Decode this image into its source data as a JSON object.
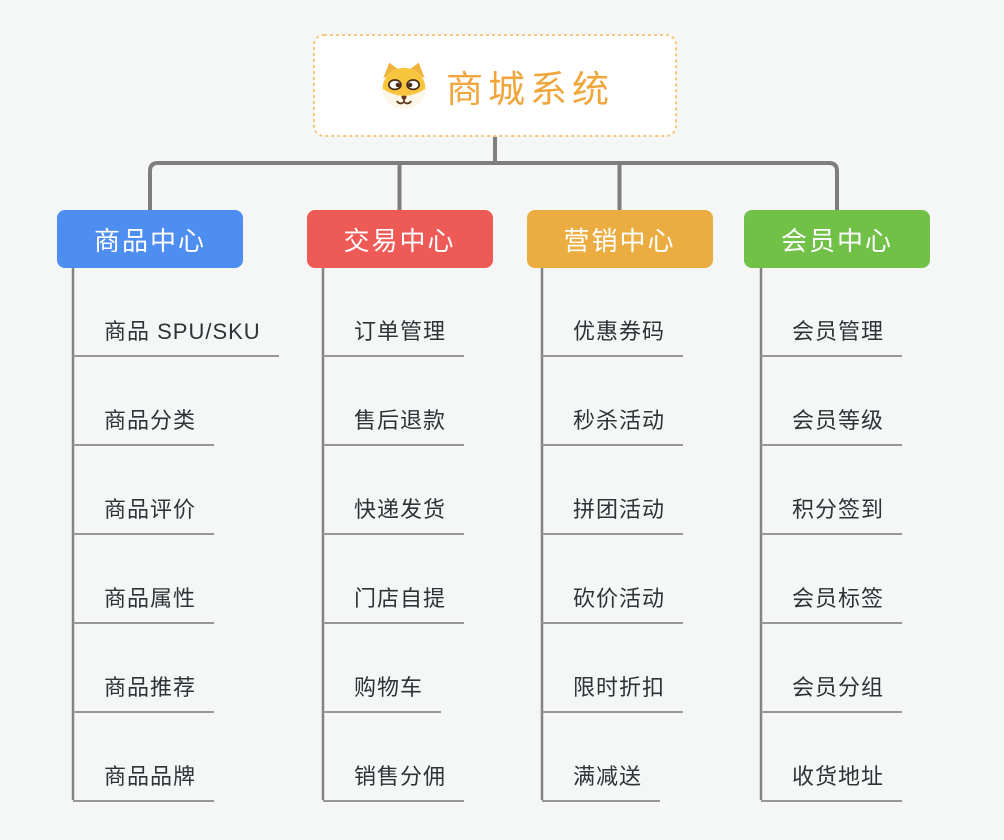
{
  "root": {
    "title": "商城系统",
    "icon": "dog-face-icon",
    "title_color": "#f0a63c",
    "border_color": "#f6c77e"
  },
  "connector_color": "#7e7e7e",
  "underline_color": "#979797",
  "background_color": "#f5f6f6",
  "branches": [
    {
      "key": "product-center",
      "label": "商品中心",
      "color": "#4d8ef0",
      "items": [
        "商品 SPU/SKU",
        "商品分类",
        "商品评价",
        "商品属性",
        "商品推荐",
        "商品品牌"
      ]
    },
    {
      "key": "trade-center",
      "label": "交易中心",
      "color": "#ee5a55",
      "items": [
        "订单管理",
        "售后退款",
        "快递发货",
        "门店自提",
        "购物车",
        "销售分佣"
      ]
    },
    {
      "key": "marketing-center",
      "label": "营销中心",
      "color": "#ebad41",
      "items": [
        "优惠券码",
        "秒杀活动",
        "拼团活动",
        "砍价活动",
        "限时折扣",
        "满减送"
      ]
    },
    {
      "key": "member-center",
      "label": "会员中心",
      "color": "#71c047",
      "items": [
        "会员管理",
        "会员等级",
        "积分签到",
        "会员标签",
        "会员分组",
        "收货地址"
      ]
    }
  ]
}
